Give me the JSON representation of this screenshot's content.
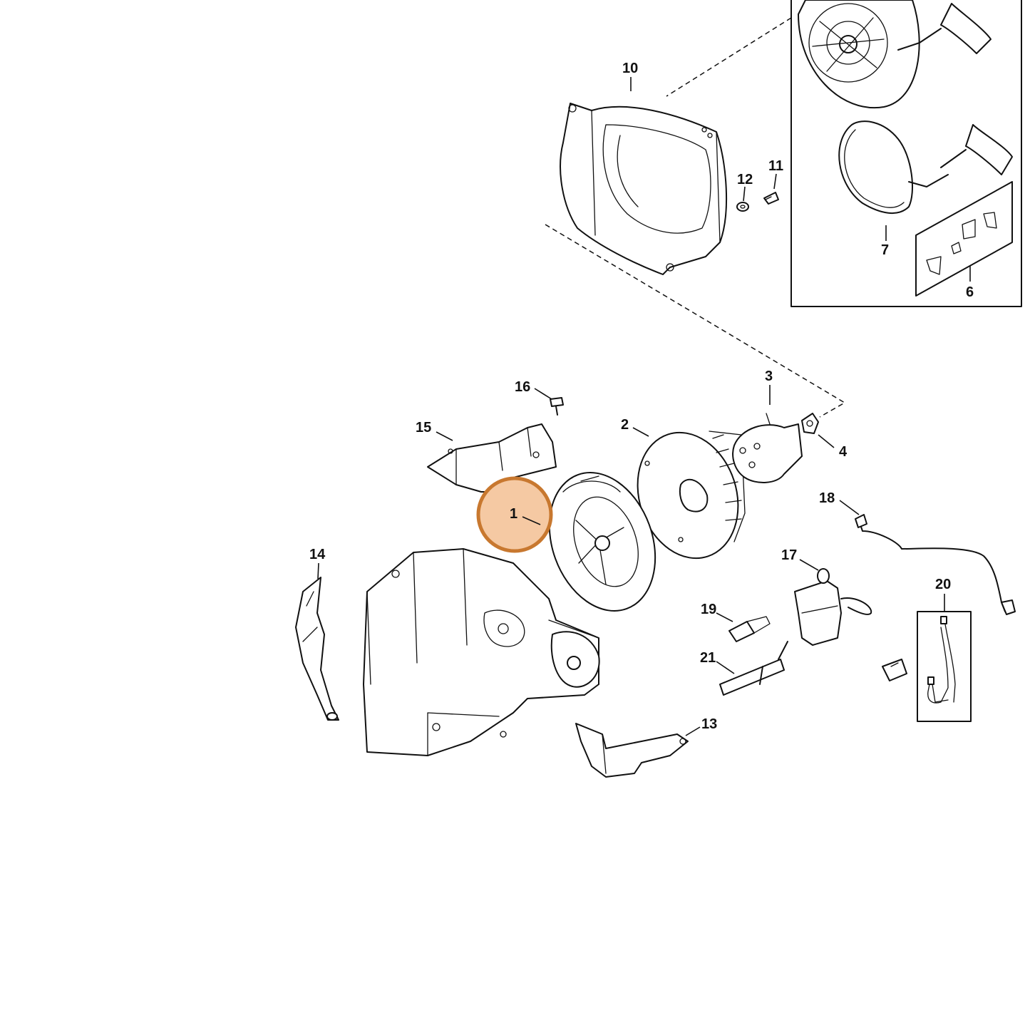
{
  "diagram": {
    "part_labels": [
      "1",
      "2",
      "3",
      "4",
      "6",
      "7",
      "10",
      "11",
      "12",
      "13",
      "14",
      "15",
      "16",
      "17",
      "18",
      "19",
      "20",
      "21"
    ],
    "highlight": {
      "part": "1",
      "color": "#c8782f",
      "fill": "#f5c9a3"
    }
  }
}
